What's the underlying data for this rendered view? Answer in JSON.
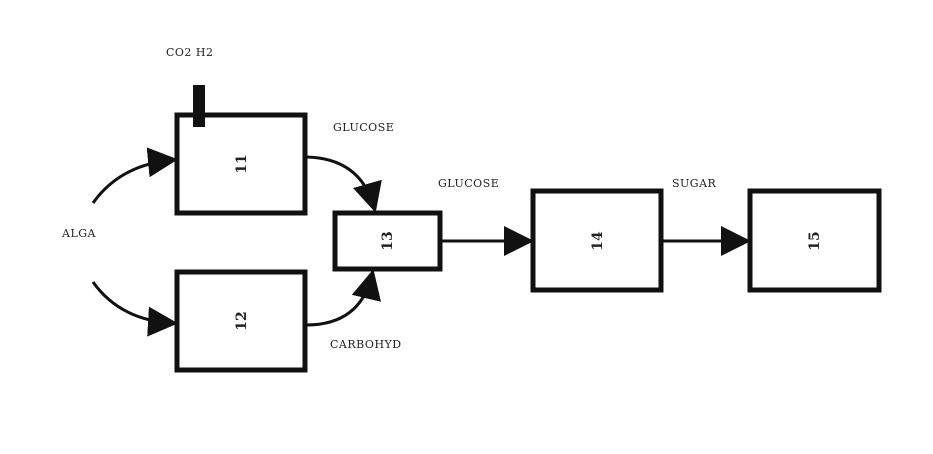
{
  "diagram": {
    "input_label": "ALGA",
    "top_input_label": "CO2 H2",
    "edge_labels": {
      "a_to_c": "GLUCOSE",
      "b_to_c": "CARBOHYD",
      "c_to_d": "GLUCOSE",
      "d_to_e": "SUGAR"
    },
    "blocks": {
      "a": "11",
      "b": "12",
      "c": "13",
      "d": "14",
      "e": "15"
    }
  }
}
